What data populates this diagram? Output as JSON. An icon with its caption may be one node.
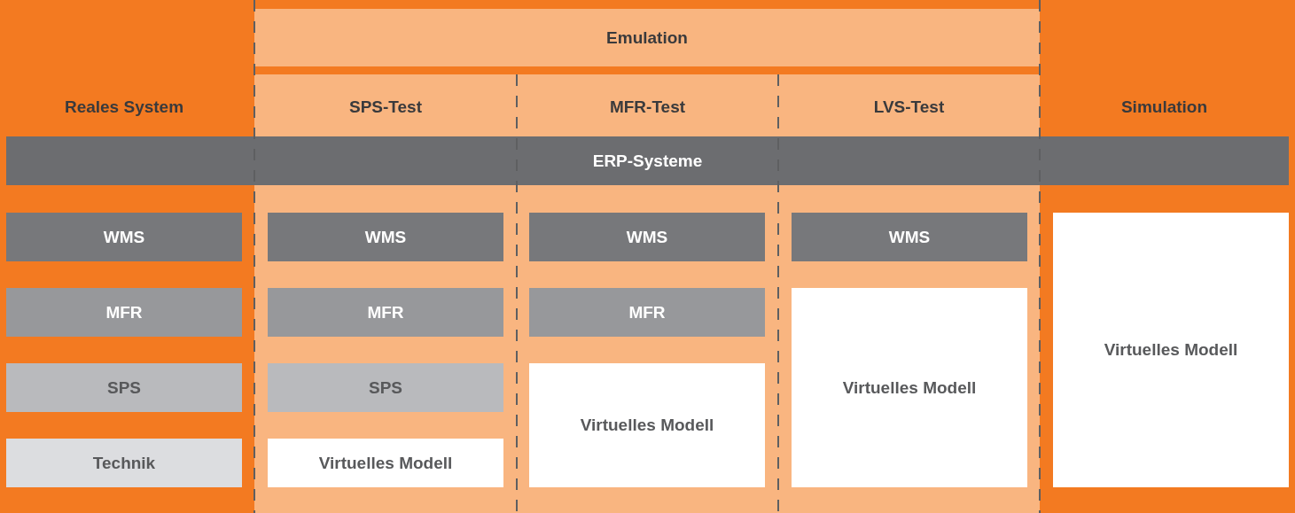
{
  "diagram": {
    "nodes": [
      {
        "text": [
          "Emulation"
        ]
      },
      {
        "text": [
          "SPS-Test"
        ]
      },
      {
        "text": [
          "MFR-Test"
        ]
      },
      {
        "text": [
          "LVS-Test"
        ]
      },
      {
        "text": [
          "ERP-Systeme"
        ]
      },
      {
        "text": [
          "WMS"
        ]
      },
      {
        "text": [
          "MFR"
        ]
      },
      {
        "text": [
          "SPS"
        ]
      },
      {
        "text": [
          "Technik"
        ]
      },
      {
        "text": [
          "WMS"
        ],
        "in": 1
      },
      {
        "text": [
          "MFR"
        ],
        "in": 1
      },
      {
        "text": [
          "SPS"
        ],
        "in": 1
      },
      {
        "text": [
          "Virtuelles Modell"
        ],
        "in": 1
      },
      {
        "text": [
          "WMS"
        ],
        "in": 2
      },
      {
        "text": [
          "MFR"
        ],
        "in": 2
      },
      {
        "text": [
          "Virtuelles Modell"
        ],
        "in": 2
      },
      {
        "text": [
          "WMS"
        ],
        "in": 3
      },
      {
        "text": [
          "Virtuelles Modell"
        ],
        "in": 3
      },
      {
        "text": [
          "Virtuelles Modell"
        ]
      }
    ],
    "edges": [],
    "labels": [
      "Reales System",
      "Simulation"
    ]
  }
}
